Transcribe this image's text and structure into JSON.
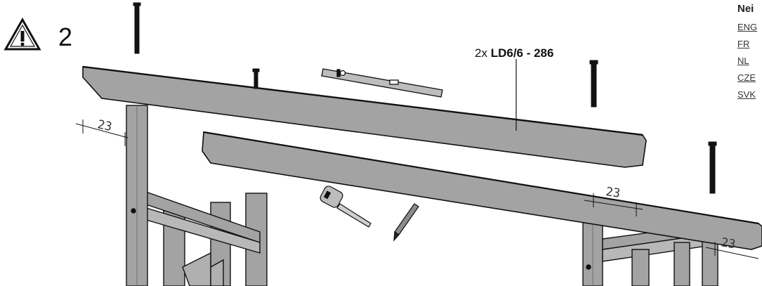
{
  "warning": {
    "step_number": "2"
  },
  "callout": {
    "quantity": "2x",
    "part_code": "LD6/6 - 286"
  },
  "dimensions": [
    "23",
    "23",
    "23"
  ],
  "languages": {
    "title": "Nei",
    "items": [
      "ENG",
      "FR",
      "NL",
      "CZE",
      "SVK"
    ]
  },
  "colors": {
    "wood": "#a3a3a3",
    "outline": "#111111"
  }
}
